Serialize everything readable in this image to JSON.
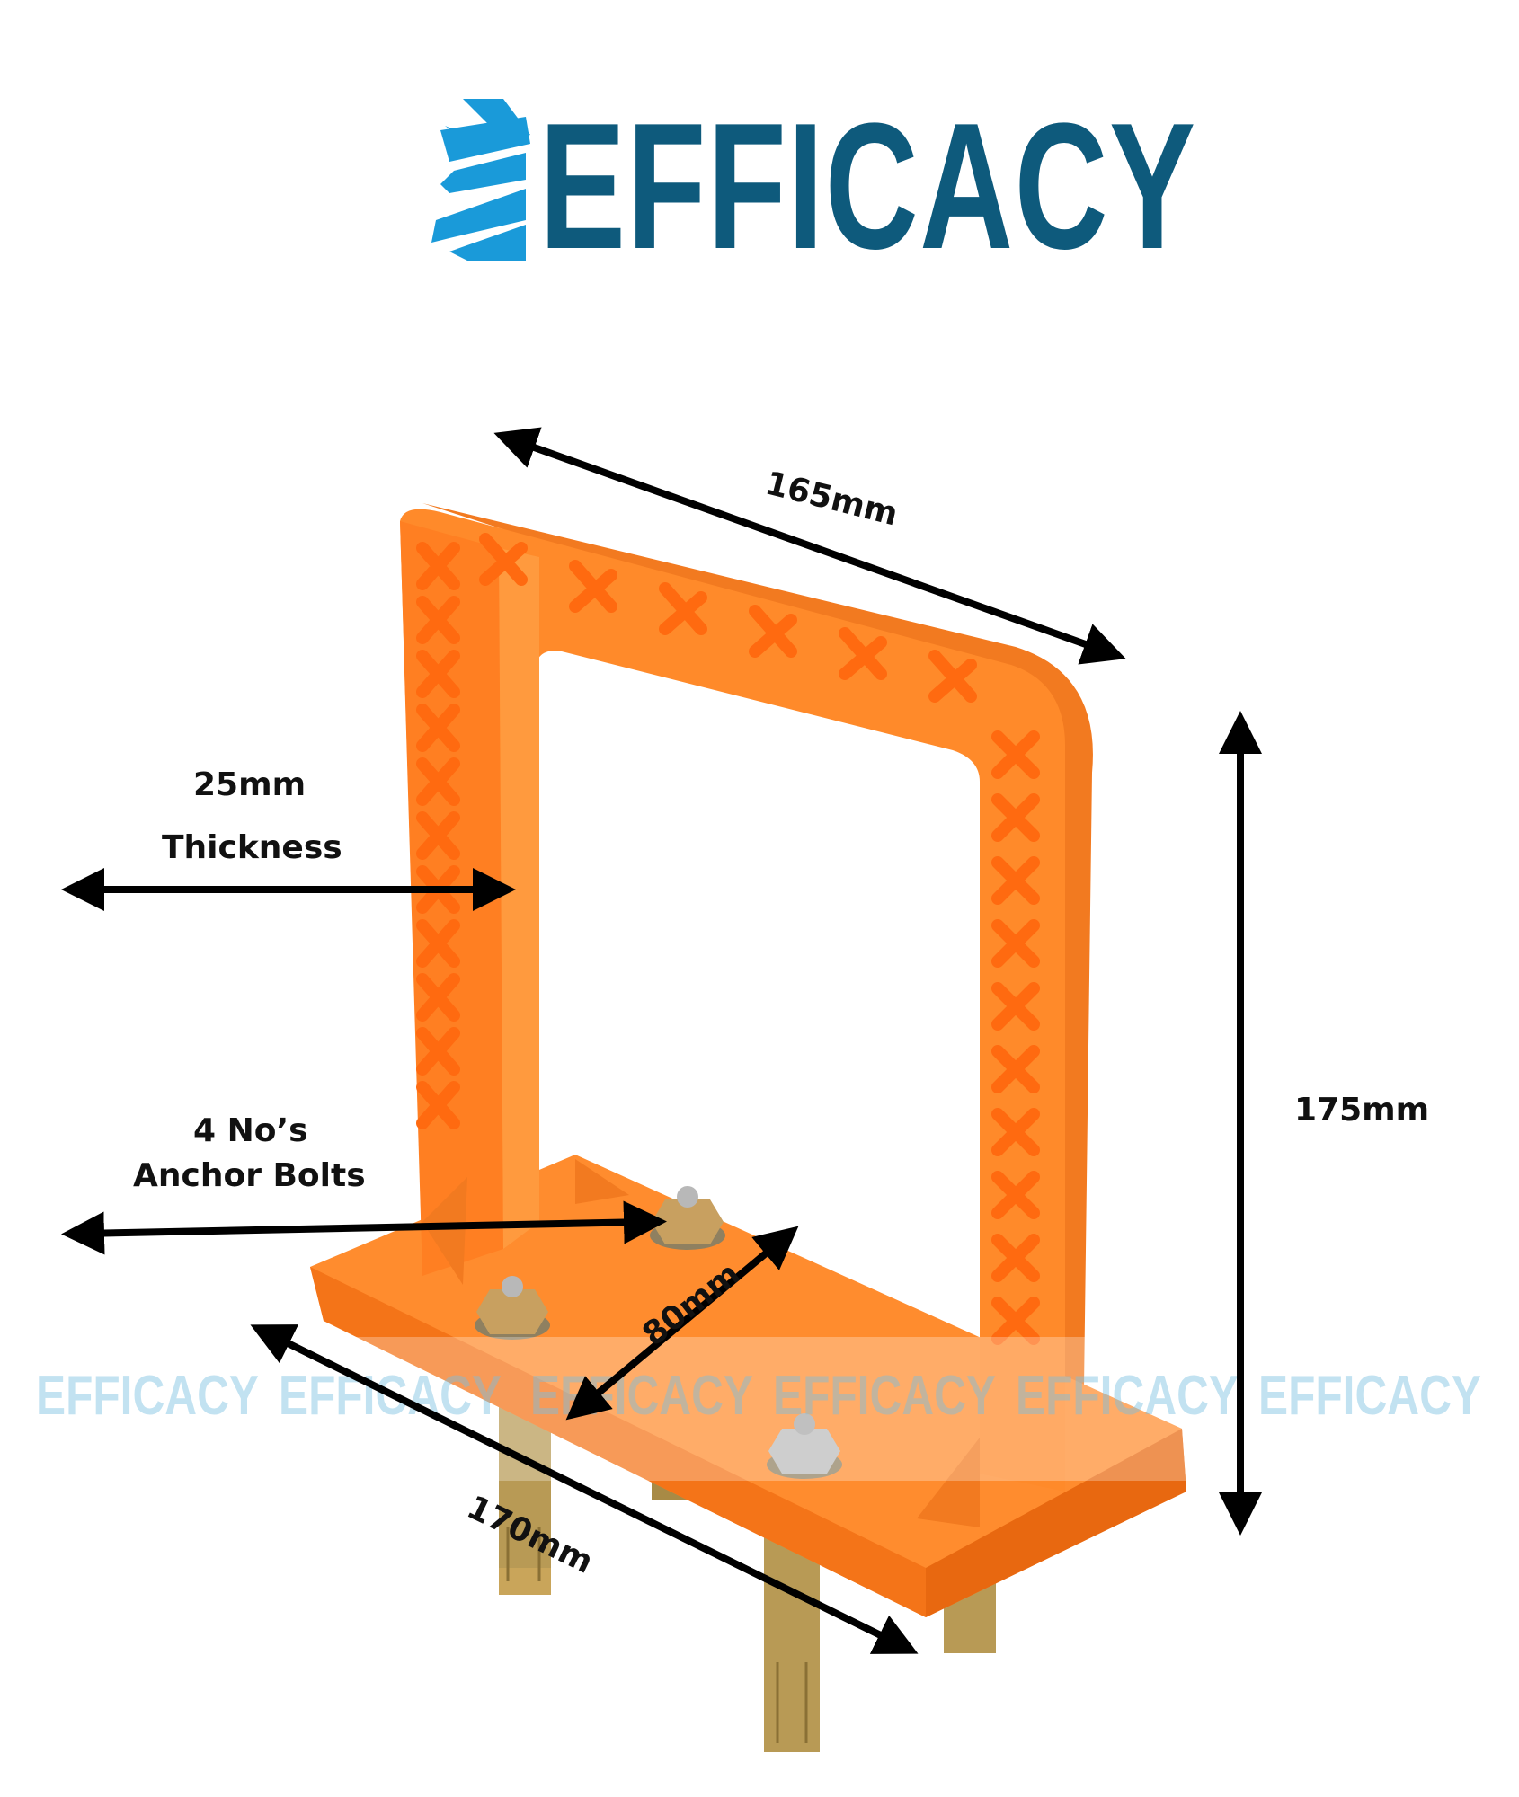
{
  "brand": {
    "name": "EFFICACY",
    "color_primary": "#0e5a7c",
    "color_accent": "#1a9ad9"
  },
  "dimensions": {
    "width": "165mm",
    "height": "175mm",
    "thickness_value": "25mm",
    "thickness_label": "Thickness",
    "bolts_count": "4 No’s",
    "bolts_label": "Anchor Bolts",
    "base_width": "80mm",
    "base_length": "170mm"
  },
  "watermark": {
    "text": "EFFICACY"
  },
  "colors": {
    "product": "#ff8a2a",
    "product_dark": "#f06a10",
    "bolt": "#b89a55"
  }
}
